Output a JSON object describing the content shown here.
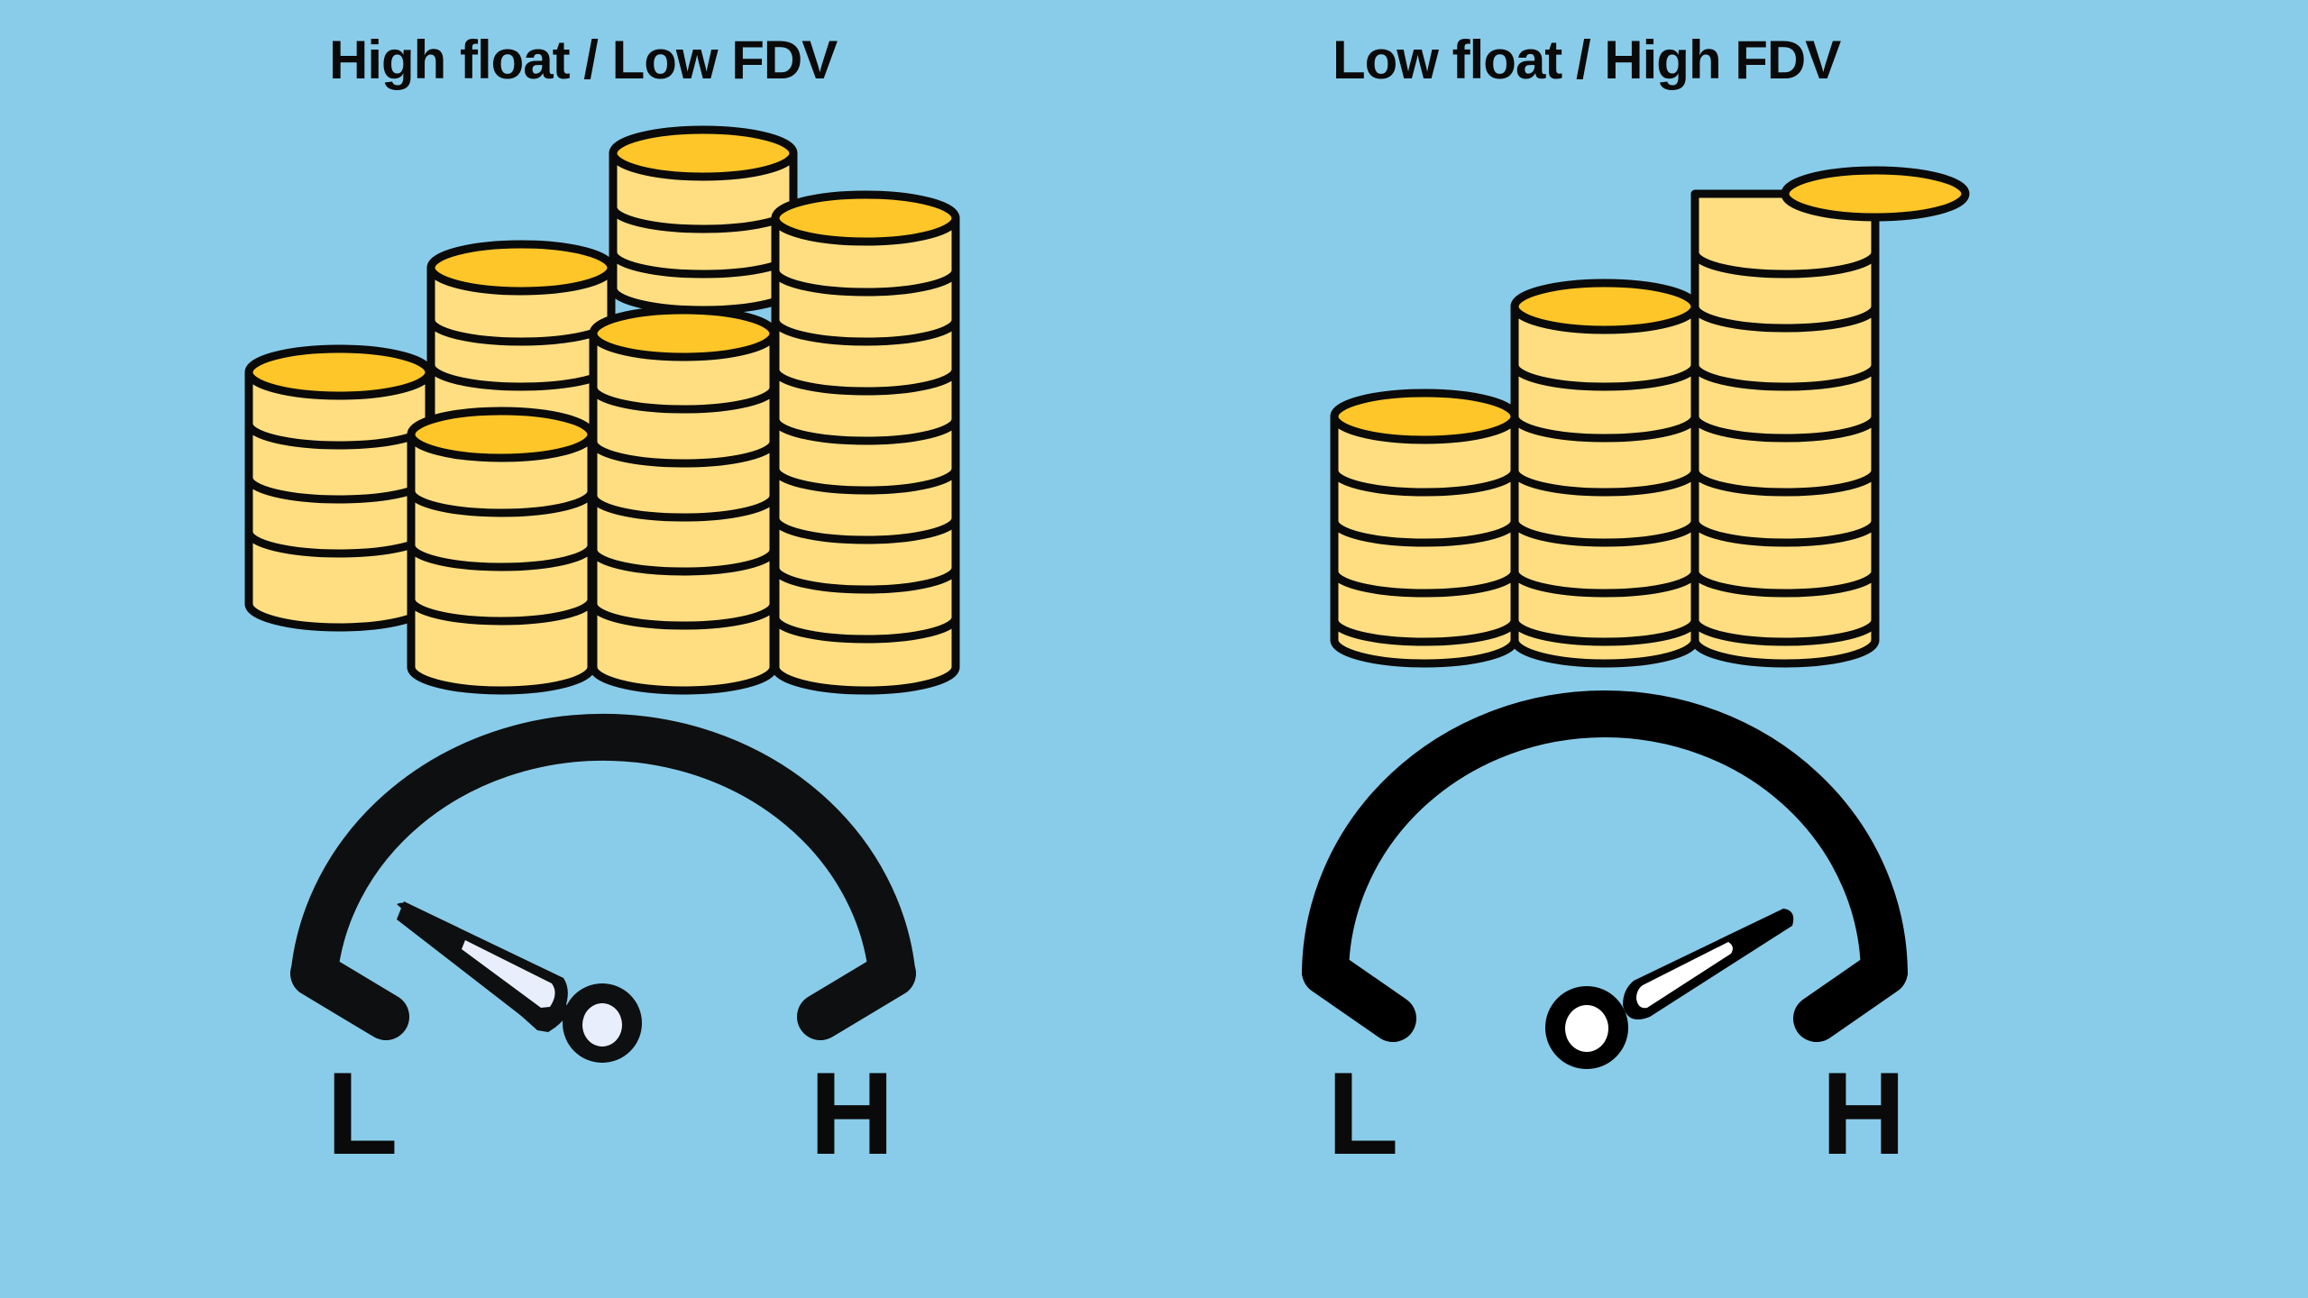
{
  "panels": [
    {
      "title": "High float / Low FDV",
      "coin_stacks": 6,
      "gauge": {
        "low_label": "L",
        "high_label": "H",
        "needle_position": "low"
      }
    },
    {
      "title": "Low float / High FDV",
      "coin_stacks": 3,
      "gauge": {
        "low_label": "L",
        "high_label": "H",
        "needle_position": "high"
      }
    }
  ],
  "colors": {
    "background": "#89cce9",
    "coin_side": "#ffde82",
    "coin_top": "#ffc629",
    "outline": "#0a0a0a",
    "needle_fill": "#e8eefb"
  }
}
